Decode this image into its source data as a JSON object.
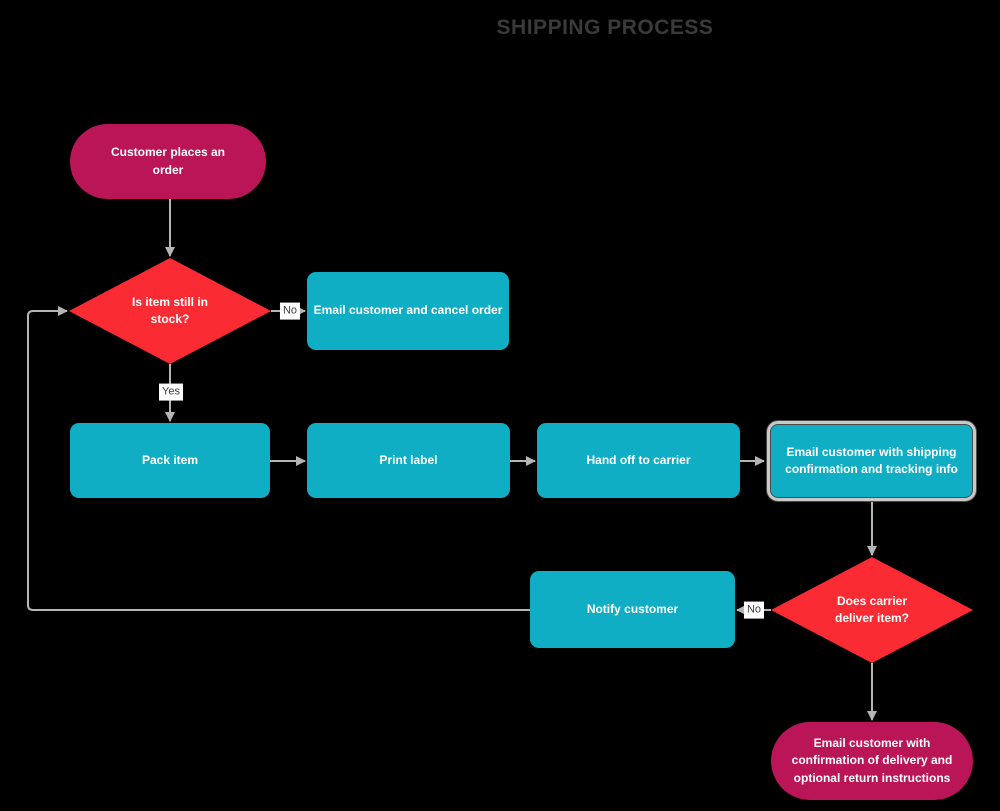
{
  "title": "SHIPPING PROCESS",
  "colors": {
    "background": "#000000",
    "node_teal": "#0FAEC4",
    "node_red": "#FB2B33",
    "node_magenta": "#B91557",
    "node_text": "#FFFFFF",
    "connector": "#B5B5B5",
    "title_color": "#3A3A3A",
    "label_bg": "#FFFFFF",
    "label_text": "#3F3F3F",
    "double_border_fill": "#C9C9C9",
    "double_border_line": "#4A4A4A"
  },
  "nodes": {
    "start": {
      "type": "terminator",
      "label": "Customer places an\norder"
    },
    "stock_decision": {
      "type": "decision",
      "label": "Is item still in\nstock?"
    },
    "cancel": {
      "type": "process",
      "label": "Email customer and cancel order"
    },
    "pack": {
      "type": "process",
      "label": "Pack item"
    },
    "print": {
      "type": "process",
      "label": "Print label"
    },
    "handoff": {
      "type": "process",
      "label": "Hand off to carrier"
    },
    "confirm": {
      "type": "predefined-process",
      "label": "Email customer with shipping\nconfirmation and tracking info"
    },
    "deliver_decision": {
      "type": "decision",
      "label": "Does carrier\ndeliver item?"
    },
    "notify": {
      "type": "process",
      "label": "Notify customer"
    },
    "end": {
      "type": "terminator",
      "label": "Email customer with\nconfirmation of delivery and\noptional return instructions"
    }
  },
  "edge_labels": {
    "stock_no": "No",
    "stock_yes": "Yes",
    "deliver_no": "No"
  }
}
